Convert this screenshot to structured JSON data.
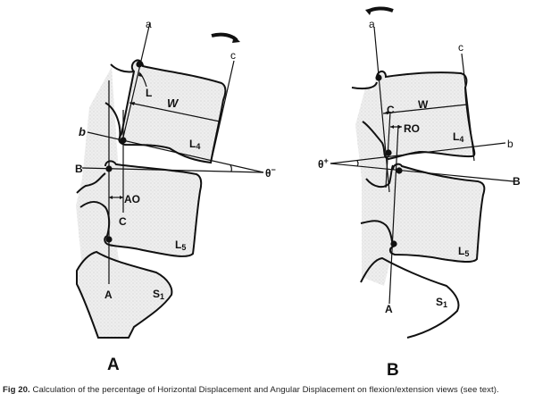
{
  "figure": {
    "number_label": "Fig 20.",
    "caption": "Calculation of the percentage of Horizontal Displacement and Angular Displacement on flexion/extension views (see text)."
  },
  "panels": [
    {
      "id": "A",
      "label": "A",
      "view": "flexion",
      "rotation_arrow": "clockwise-arrow",
      "lines": {
        "a": "a",
        "b": "b",
        "c": "c",
        "A": "A",
        "B": "B",
        "C": "C"
      },
      "measures": {
        "length": "L",
        "width": "W",
        "offset": "AO",
        "angle": "θ",
        "angle_sign": "−"
      },
      "vertebrae": {
        "upper": "L",
        "upper_sub": "4",
        "lower": "L",
        "lower_sub": "5",
        "sacrum": "S",
        "sacrum_sub": "1"
      }
    },
    {
      "id": "B",
      "label": "B",
      "view": "extension",
      "rotation_arrow": "counterclockwise-arrow",
      "lines": {
        "a": "a",
        "b": "b",
        "c": "c",
        "A": "A",
        "B": "B",
        "C": "C"
      },
      "measures": {
        "width": "W",
        "offset": "RO",
        "angle": "θ",
        "angle_sign": "+"
      },
      "vertebrae": {
        "upper": "L",
        "upper_sub": "4",
        "lower": "L",
        "lower_sub": "5",
        "sacrum": "S",
        "sacrum_sub": "1"
      }
    }
  ]
}
